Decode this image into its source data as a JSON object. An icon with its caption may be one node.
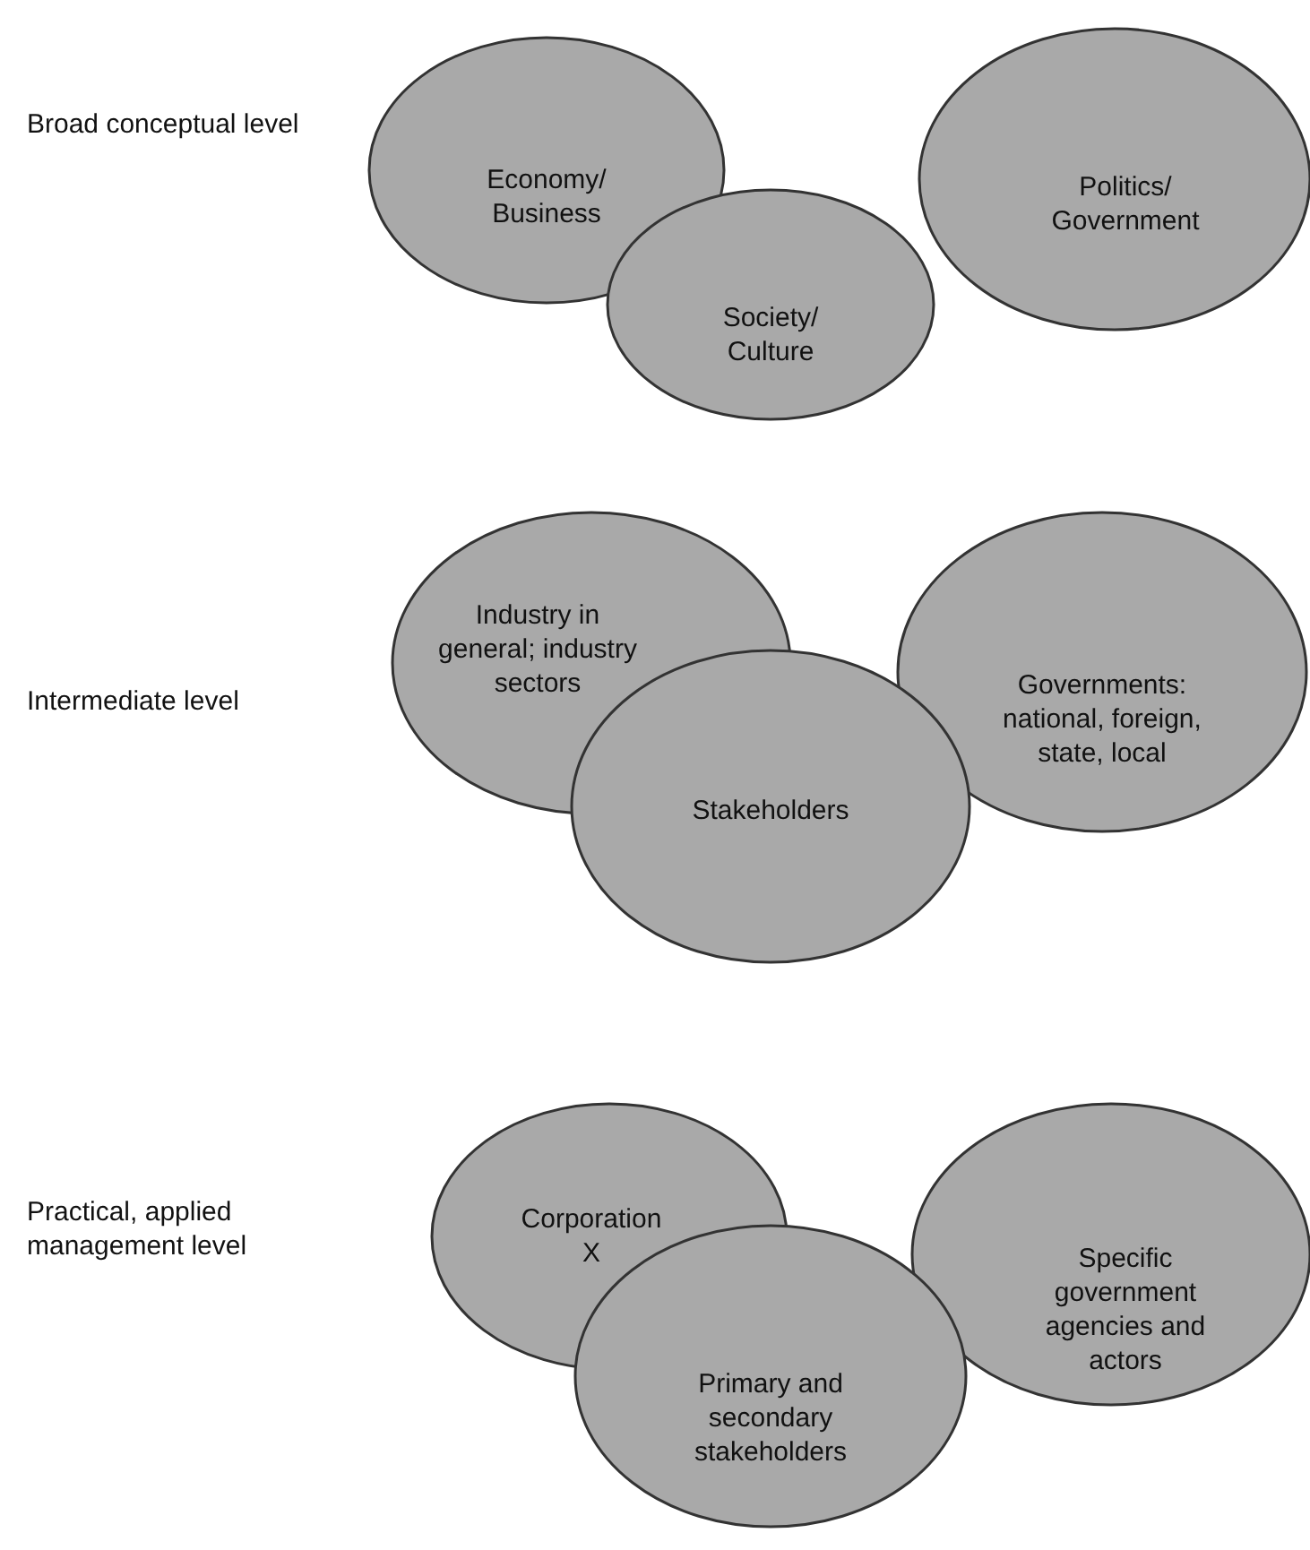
{
  "diagram": {
    "nodes": [
      {
        "text": [
          "Economy/ Business"
        ]
      },
      {
        "text": [
          "Politics/ Government"
        ]
      },
      {
        "text": [
          "Society/ Culture"
        ]
      },
      {
        "text": [
          "Industry in general; industry sectors"
        ]
      },
      {
        "text": [
          "Governments: national, foreign, state, local"
        ]
      },
      {
        "text": [
          "Stakeholders"
        ]
      },
      {
        "text": [
          "Corporation X"
        ]
      },
      {
        "text": [
          "Specific government agencies and actors"
        ]
      },
      {
        "text": [
          "Primary and secondary stakeholders"
        ]
      }
    ],
    "edges": [],
    "labels": [
      "Broad conceptual level",
      "Intermediate level",
      "Practical, applied management level"
    ]
  }
}
